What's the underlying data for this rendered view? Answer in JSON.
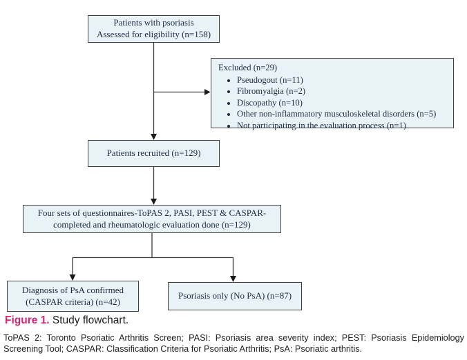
{
  "figure": {
    "caption_label": "Figure 1.",
    "caption_text": " Study flowchart.",
    "footnote": "ToPAS 2: Toronto Psoriatic Arthritis Screen; PASI: Psoriasis area severity index; PEST: Psoriasis Epidemiology Screening Tool; CASPAR: Classification Criteria for Psoriatic Arthritis; PsA: Psoriatic arthritis.",
    "colors": {
      "accent": "#d6246e",
      "box_fill": "#e9f3f7",
      "box_border": "#3f3f3f",
      "box_text": "#1b2b45",
      "connector_line": "#3a3a3a"
    }
  },
  "flowchart": {
    "boxes": {
      "eligibility": {
        "line1": "Patients with psoriasis",
        "line2": "Assessed for eligibility (n=158)"
      },
      "excluded": {
        "title": "Excluded (n=29)",
        "items": [
          "Pseudogout (n=11)",
          "Fibromyalgia (n=2)",
          "Discopathy (n=10)",
          "Other non-inflammatory musculoskeletal disorders (n=5)",
          "Not participating in the evaluation process (n=1)"
        ]
      },
      "recruited": {
        "text": "Patients recruited (n=129)"
      },
      "questionnaires": {
        "line1": "Four sets of questionnaires-ToPAS 2, PASI, PEST & CASPAR-",
        "line2": "completed and rheumatologic evaluation done (n=129)"
      },
      "psa_confirmed": {
        "line1": "Diagnosis of PsA confirmed",
        "line2": "(CASPAR criteria) (n=42)"
      },
      "psoriasis_only": {
        "text": "Psoriasis only (No PsA) (n=87)"
      }
    }
  }
}
